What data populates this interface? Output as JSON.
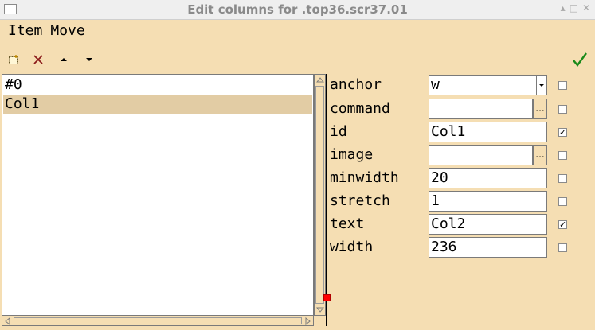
{
  "window": {
    "title": "Edit columns for .top36.scr37.01"
  },
  "menu": {
    "items": [
      "Item",
      "Move"
    ]
  },
  "toolbar": {
    "icons": [
      "add-item-icon",
      "delete-item-icon",
      "move-up-icon",
      "move-down-icon",
      "confirm-checkmark-icon"
    ]
  },
  "list": {
    "items": [
      {
        "label": "#0",
        "selected": false
      },
      {
        "label": "Col1",
        "selected": true
      }
    ]
  },
  "properties": [
    {
      "label": "anchor",
      "value": "w",
      "kind": "combobox",
      "checked": false
    },
    {
      "label": "command",
      "value": "",
      "kind": "entry-browse",
      "checked": false
    },
    {
      "label": "id",
      "value": "Col1",
      "kind": "entry",
      "checked": true
    },
    {
      "label": "image",
      "value": "",
      "kind": "entry-browse",
      "checked": false
    },
    {
      "label": "minwidth",
      "value": "20",
      "kind": "entry",
      "checked": false
    },
    {
      "label": "stretch",
      "value": "1",
      "kind": "entry",
      "checked": false
    },
    {
      "label": "text",
      "value": "Col2",
      "kind": "entry",
      "checked": true
    },
    {
      "label": "width",
      "value": "236",
      "kind": "entry",
      "checked": false
    }
  ],
  "colors": {
    "background": "#f5deb3",
    "selection": "#e2cca4",
    "sash_handle": "#ff0000",
    "confirm": "#1a8a1a",
    "delete": "#8b1a1a"
  }
}
